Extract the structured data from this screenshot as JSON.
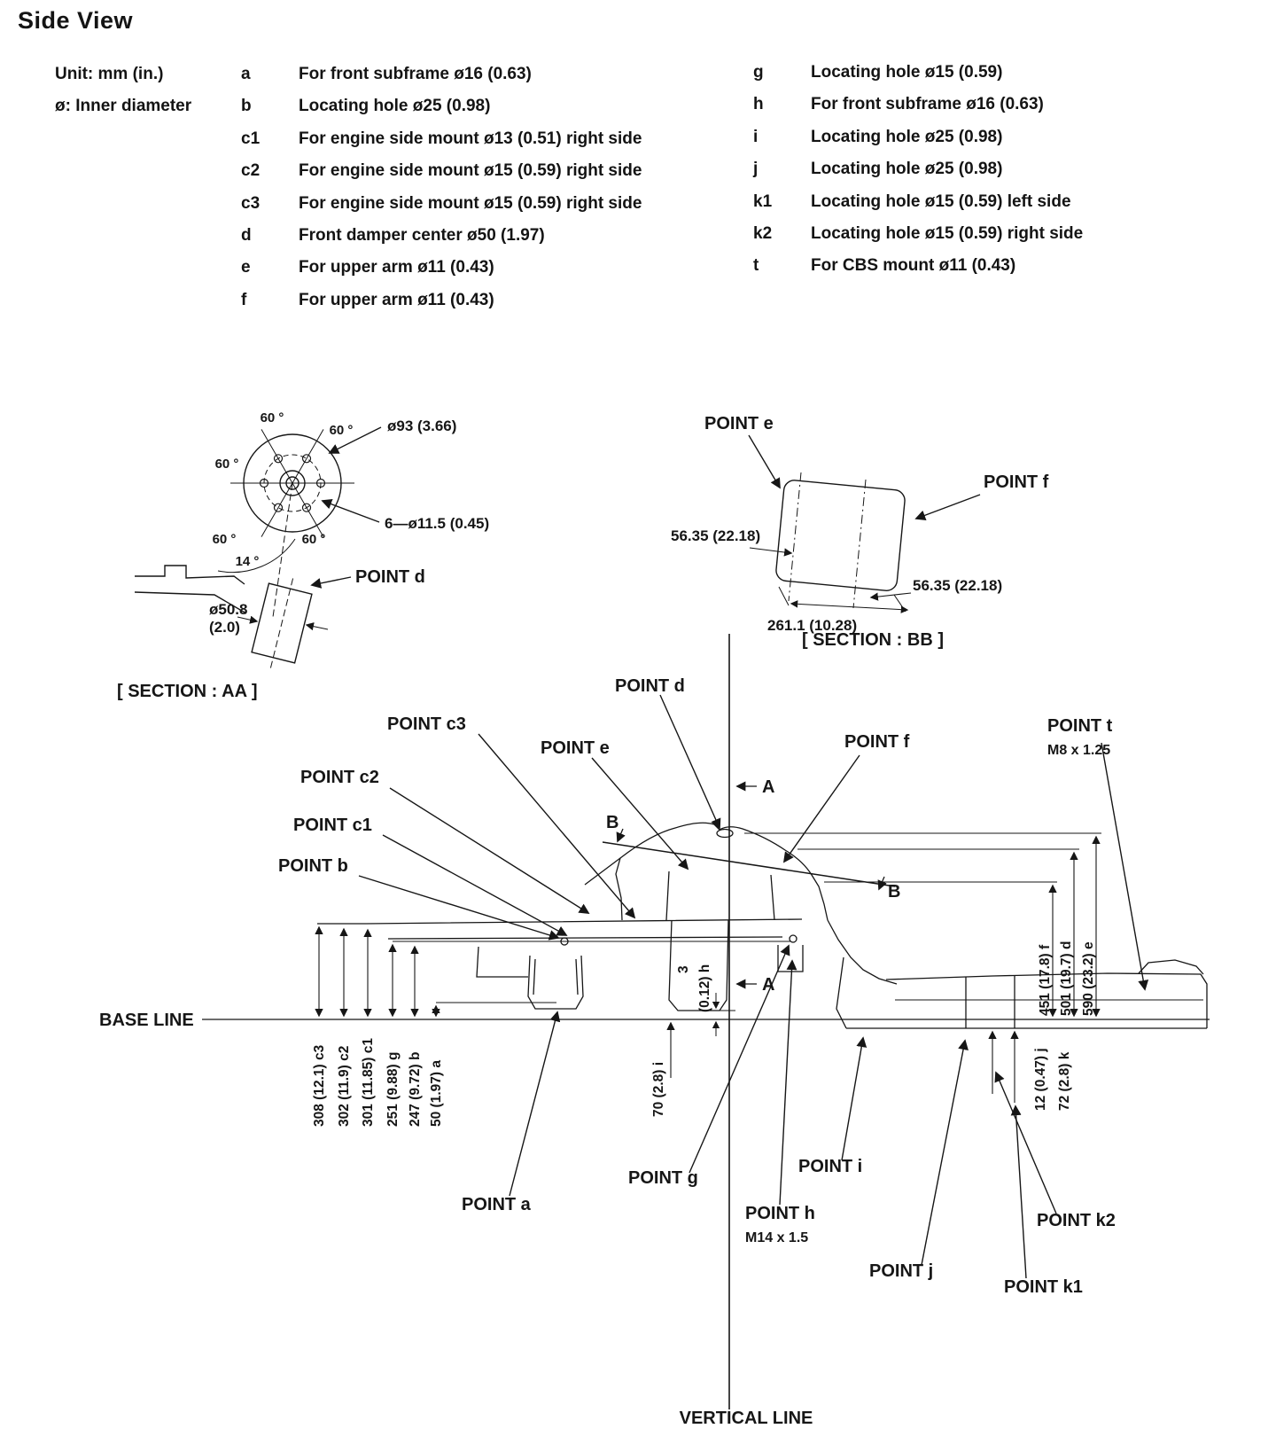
{
  "title": "Side View",
  "legend": {
    "unit": "Unit: mm (in.)",
    "diameter_note": "ø: Inner diameter",
    "left": [
      {
        "key": "a",
        "desc": "For front subframe ø16 (0.63)"
      },
      {
        "key": "b",
        "desc": "Locating hole  ø25 (0.98)"
      },
      {
        "key": "c1",
        "desc": "For engine side mount ø13 (0.51) right side"
      },
      {
        "key": "c2",
        "desc": "For engine side mount ø15 (0.59) right side"
      },
      {
        "key": "c3",
        "desc": "For engine side mount ø15 (0.59) right side"
      },
      {
        "key": "d",
        "desc": "Front damper center ø50 (1.97)"
      },
      {
        "key": "e",
        "desc": "For upper arm ø11 (0.43)"
      },
      {
        "key": "f",
        "desc": "For upper arm ø11 (0.43)"
      }
    ],
    "right": [
      {
        "key": "g",
        "desc": "Locating hole ø15 (0.59)"
      },
      {
        "key": "h",
        "desc": "For front subframe ø16 (0.63)"
      },
      {
        "key": "i",
        "desc": "Locating hole ø25 (0.98)"
      },
      {
        "key": "j",
        "desc": "Locating hole ø25 (0.98)"
      },
      {
        "key": "k1",
        "desc": "Locating hole ø15 (0.59) left side"
      },
      {
        "key": "k2",
        "desc": "Locating hole ø15 (0.59) right side"
      },
      {
        "key": "t",
        "desc": "For CBS mount ø11 (0.43)"
      }
    ]
  },
  "section_aa": {
    "angles": [
      "60 °",
      "60 °",
      "60 °",
      "60 °",
      "60 °"
    ],
    "angle_14": "14 °",
    "dia93": "ø93 (3.66)",
    "bolt_pattern": "6—ø11.5 (0.45)",
    "point_d": "POINT d",
    "dia508_mm": "ø50.8",
    "dia508_in": "(2.0)",
    "caption": "[ SECTION : AA ]"
  },
  "section_bb": {
    "point_e": "POINT e",
    "point_f": "POINT f",
    "dim_left": "56.35 (22.18)",
    "dim_right": "56.35 (22.18)",
    "dim_width": "261.1 (10.28)",
    "caption": "[ SECTION : BB ]"
  },
  "main": {
    "base_line": "BASE LINE",
    "vertical_line": "VERTICAL LINE",
    "marker_a": "A",
    "marker_b": "B",
    "points": {
      "d": "POINT d",
      "c3": "POINT c3",
      "e": "POINT e",
      "f": "POINT f",
      "t": "POINT t",
      "t_thread": "M8 x 1.25",
      "c2": "POINT c2",
      "c1": "POINT c1",
      "b": "POINT b",
      "a": "POINT a",
      "g": "POINT g",
      "h": "POINT h",
      "h_thread": "M14 x 1.5",
      "i": "POINT i",
      "j": "POINT j",
      "k1": "POINT k1",
      "k2": "POINT k2"
    },
    "dimensions_left": [
      "308 (12.1) c3",
      "302 (11.9) c2",
      "301 (11.85) c1",
      "251 (9.88) g",
      "247 (9.72) b",
      "50 (1.97) a"
    ],
    "dim_h_mm": "3",
    "dim_h": "(0.12) h",
    "dim_i": "70 (2.8) i",
    "dimensions_right": [
      "451 (17.8) f",
      "501 (19.7) d",
      "590 (23.2) e"
    ],
    "dim_j": "12 (0.47) j",
    "dim_k": "72 (2.8) k"
  }
}
